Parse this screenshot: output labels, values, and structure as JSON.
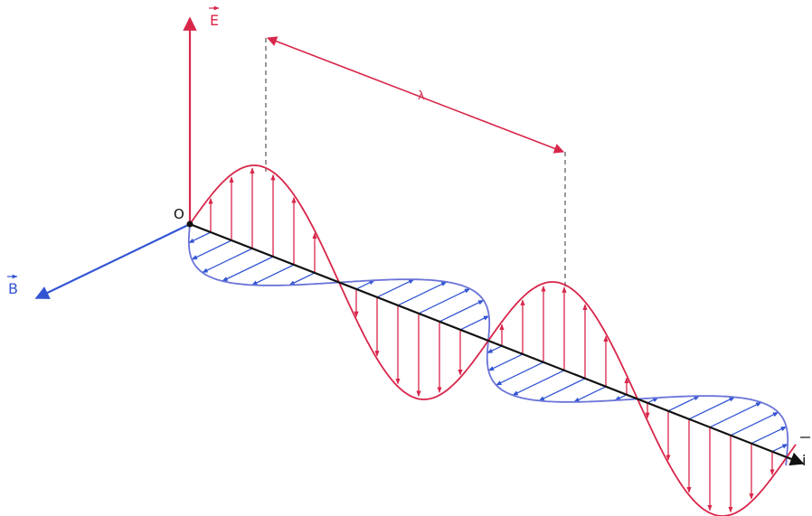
{
  "labels": {
    "e_field": "E",
    "b_field": "B",
    "origin": "O",
    "wavelength": "λ",
    "propagation": "i"
  },
  "colors": {
    "e_field": "#d8264a",
    "b_field": "#3355d4",
    "axis": "#111111",
    "guide": "#555555"
  }
}
